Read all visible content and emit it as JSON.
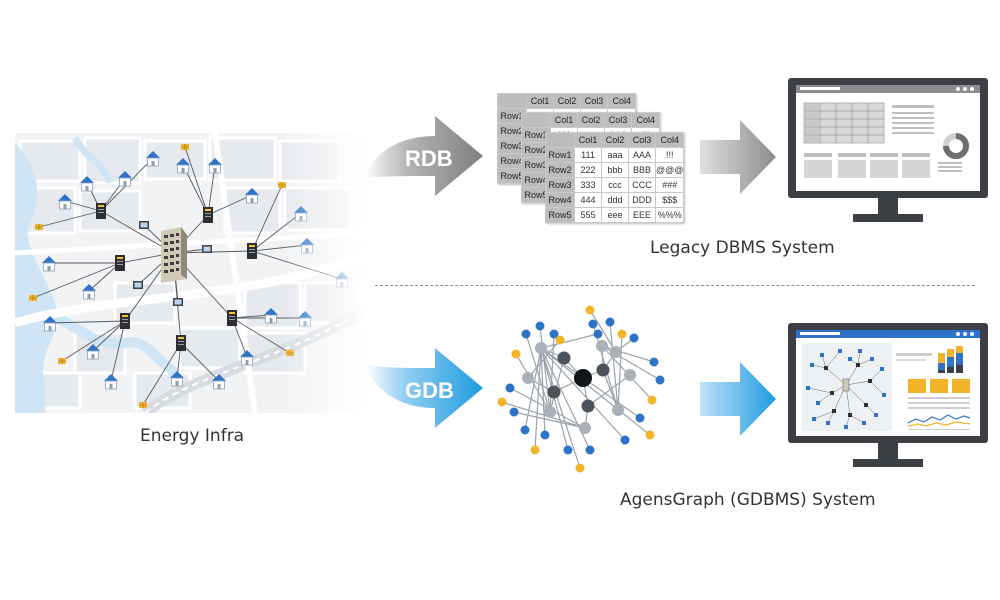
{
  "captions": {
    "energy_infra": "Energy Infra",
    "legacy_system": "Legacy DBMS System",
    "gdbms_system": "AgensGraph (GDBMS) System"
  },
  "arrows": {
    "rdb_label": "RDB",
    "gdb_label": "GDB"
  },
  "table": {
    "columns": [
      "Col1",
      "Col2",
      "Col3",
      "Col4"
    ],
    "rows": [
      {
        "label": "Row1",
        "cells": [
          "111",
          "aaa",
          "AAA",
          "!!!"
        ]
      },
      {
        "label": "Row2",
        "cells": [
          "222",
          "bbb",
          "BBB",
          "@@@"
        ]
      },
      {
        "label": "Row3",
        "cells": [
          "333",
          "ccc",
          "CCC",
          "###"
        ]
      },
      {
        "label": "Row4",
        "cells": [
          "444",
          "ddd",
          "DDD",
          "$$$"
        ]
      },
      {
        "label": "Row5",
        "cells": [
          "555",
          "eee",
          "EEE",
          "%%%"
        ]
      }
    ]
  },
  "colors": {
    "graph_blue": "#2f73c9",
    "graph_gray": "#a9b0b8",
    "graph_dark": "#3a3f47",
    "graph_yellow": "#f2b52a",
    "arrow_blue": "#1e9be0",
    "arrow_gray": "#8c8c8c",
    "monitor_frame": "#3c3f44"
  }
}
